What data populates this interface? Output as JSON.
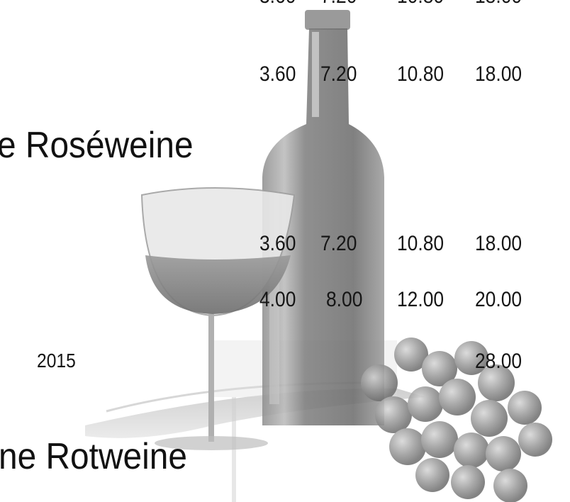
{
  "price_rows": [
    {
      "c1": "3.60",
      "c2": "7.20",
      "c3": "10.80",
      "c4": "18.00"
    },
    {
      "c1": "3.60",
      "c2": "7.20",
      "c3": "10.80",
      "c4": "18.00"
    },
    {
      "c1": "4.00",
      "c2": "8.00",
      "c3": "12.00",
      "c4": "20.00"
    }
  ],
  "sections": {
    "rose_heading": "e Roséweine",
    "red_heading": "ne Rotweine"
  },
  "vintage_row": {
    "year": "2015",
    "price": "28.00"
  },
  "colors": {
    "text": "#161616",
    "photo_tone": "#8a8a8a"
  }
}
